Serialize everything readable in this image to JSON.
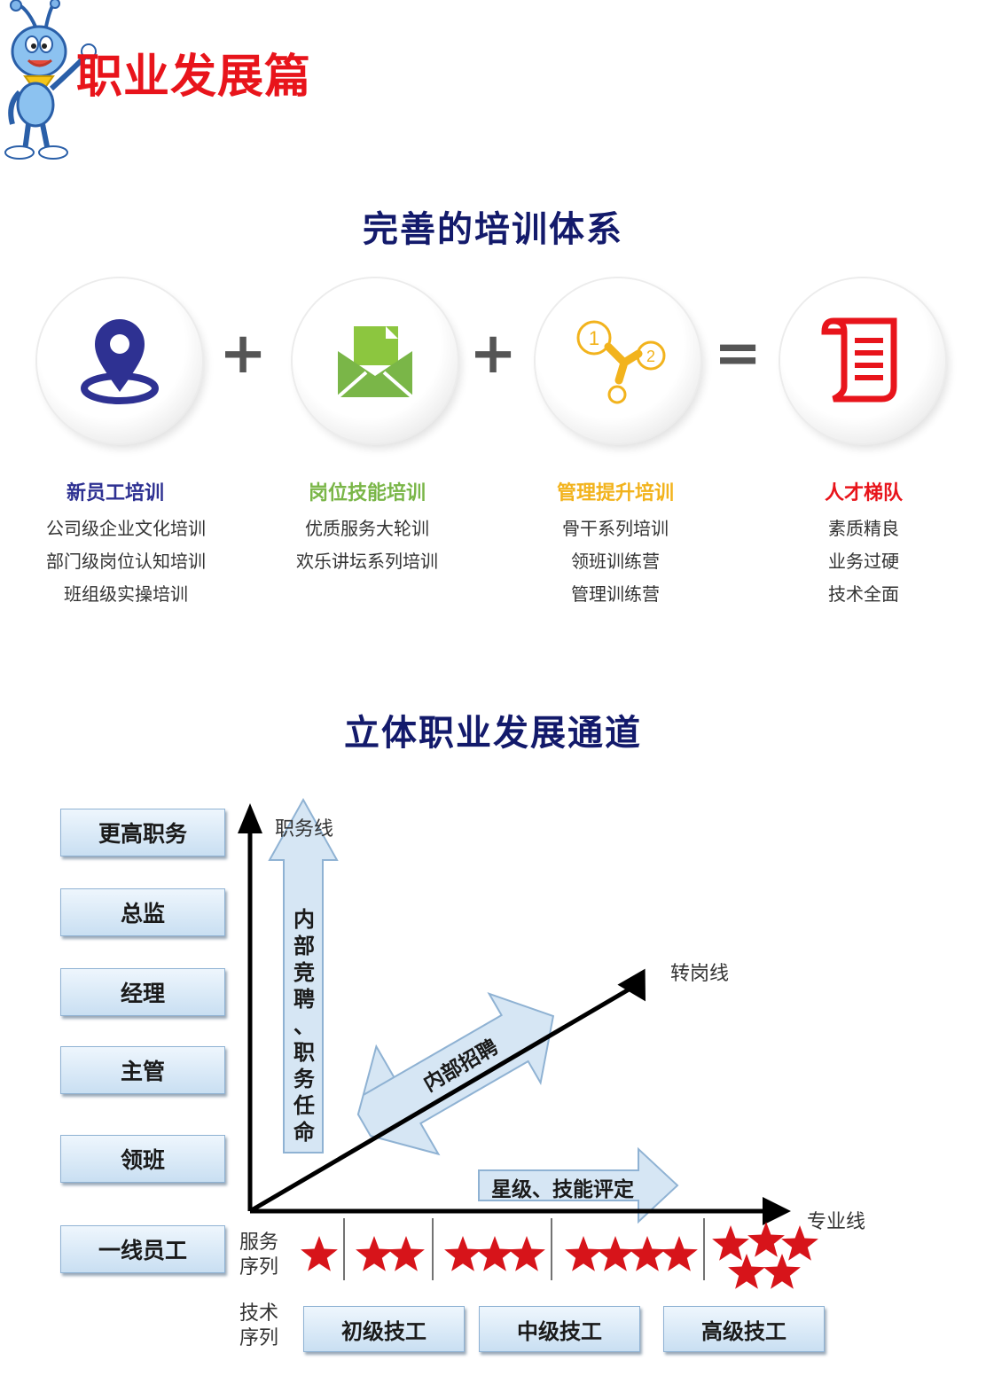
{
  "header": {
    "title": "职业发展篇"
  },
  "training": {
    "title": "完善的培训体系",
    "operators": [
      "+",
      "+",
      "="
    ],
    "columns": [
      {
        "icon": "location-pin-icon",
        "title": "新员工培训",
        "color": "#2e3192",
        "lines": [
          "公司级企业文化培训",
          "部门级岗位认知培训",
          "班组级实操培训"
        ]
      },
      {
        "icon": "envelope-icon",
        "title": "岗位技能培训",
        "color": "#7ab648",
        "lines": [
          "优质服务大轮训",
          "欢乐讲坛系列培训"
        ]
      },
      {
        "icon": "steps-network-icon",
        "title": "管理提升培训",
        "color": "#f2b31d",
        "lines": [
          "骨干系列培训",
          "领班训练营",
          "管理训练营"
        ]
      },
      {
        "icon": "scroll-document-icon",
        "title": "人才梯队",
        "color": "#e8141b",
        "lines": [
          "素质精良",
          "业务过硬",
          "技术全面"
        ]
      }
    ]
  },
  "career": {
    "title": "立体职业发展通道",
    "levels": [
      "更高职务",
      "总监",
      "经理",
      "主管",
      "领班",
      "一线员工"
    ],
    "axis_vertical": "职务线",
    "axis_diagonal": "转岗线",
    "axis_horizontal": "专业线",
    "arrow_up_text": "内部竞聘、职务任命",
    "arrow_diag_text": "内部招聘",
    "arrow_right_text": "星级、技能评定",
    "service_label": [
      "服务",
      "序列"
    ],
    "star_groups": [
      1,
      2,
      3,
      4,
      5
    ],
    "tech_label": [
      "技术",
      "序列"
    ],
    "tech_levels": [
      "初级技工",
      "中级技工",
      "高级技工"
    ],
    "colors": {
      "star": "#d7141a",
      "axis": "#000000",
      "arrow_fill": "#d6e6f4",
      "arrow_stroke": "#8fb2d3"
    }
  }
}
